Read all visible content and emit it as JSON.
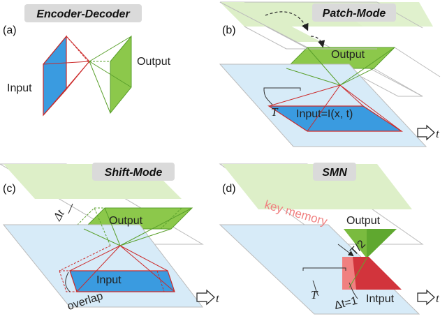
{
  "colors": {
    "input_blue": "#3a9be0",
    "input_strip": "#d7ebf8",
    "output_green": "#8cc84b",
    "output_strip": "#ddefc8",
    "edge_red": "#cc2a2a",
    "edge_green": "#5aa02c",
    "key_memory": "#f08080",
    "smn_red": "#d2343c",
    "smn_green": "#5fa82f"
  },
  "panels": {
    "a": {
      "label": "(a)",
      "title": "Encoder-Decoder",
      "input_label": "Input",
      "output_label": "Output"
    },
    "b": {
      "label": "(b)",
      "title": "Patch-Mode",
      "output_label": "Output",
      "period_label": "T",
      "input_label": "Input=I(x, t)",
      "time_label": "t"
    },
    "c": {
      "label": "(c)",
      "title": "Shift-Mode",
      "delta_label": "Δt",
      "output_label": "Output",
      "input_label": "Input",
      "overlap_label": "overlap",
      "time_label": "t"
    },
    "d": {
      "label": "(d)",
      "title": "SMN",
      "output_label": "Output",
      "key_memory_label": "key memory",
      "half_period_label": "T/2",
      "period_label": "T",
      "delta_label": "Δt=1",
      "input_label": "Intput",
      "time_label": "t"
    }
  }
}
